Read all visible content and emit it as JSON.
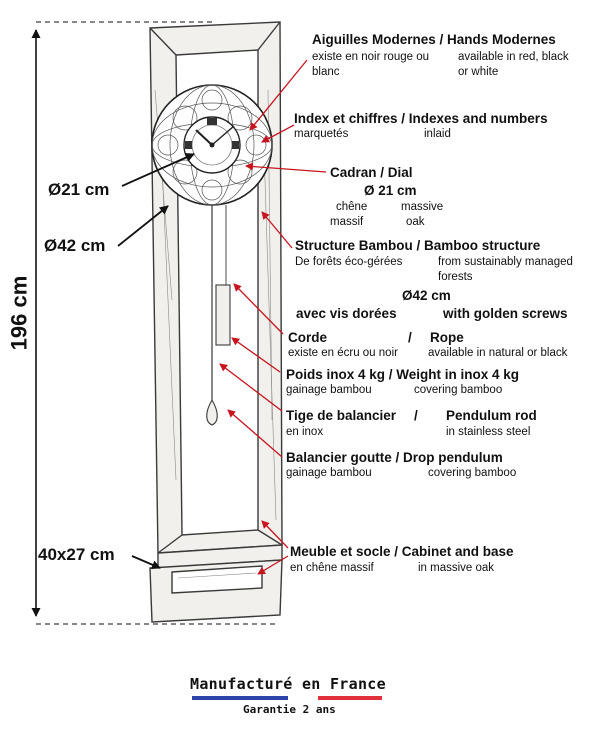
{
  "dimensions": {
    "height": "196 cm",
    "dial_diameter": "Ø21 cm",
    "sphere_diameter": "Ø42 cm",
    "base": "40x27 cm"
  },
  "callouts": {
    "hands": {
      "title": "Aiguilles Modernes  / Hands Modernes",
      "fr": "existe en noir rouge ou",
      "fr2": "blanc",
      "en": "available in red, black",
      "en2": "or white"
    },
    "indexes": {
      "title": "Index et chiffres  / Indexes and numbers",
      "fr": "marquetés",
      "en": "inlaid"
    },
    "dial": {
      "title": "Cadran  / Dial",
      "size": "Ø 21 cm",
      "fr": "chêne",
      "fr2": "massif",
      "en": "massive",
      "en2": "oak"
    },
    "structure": {
      "title": "Structure Bambou  /  Bamboo structure",
      "fr": "De forêts éco-gérées",
      "en": "from sustainably managed",
      "en2": "forests",
      "size": "Ø42 cm",
      "screws_fr": "avec vis dorées",
      "screws_en": "with golden screws"
    },
    "rope": {
      "title_fr": "Corde",
      "sep": "/",
      "title_en": "Rope",
      "fr": "existe en écru ou  noir",
      "en": "available in natural or black"
    },
    "weight": {
      "title": "Poids inox 4 kg   /    Weight in inox 4 kg",
      "fr": "gainage bambou",
      "en": "covering bamboo"
    },
    "rod": {
      "title_fr": "Tige de balancier",
      "sep": "/",
      "title_en": "Pendulum rod",
      "fr": "en inox",
      "en": "in stainless steel"
    },
    "pendulum": {
      "title": "Balancier goutte    /  Drop  pendulum",
      "fr": "gainage bambou",
      "en": "covering bamboo"
    },
    "cabinet": {
      "title": "Meuble  et socle   /  Cabinet and base",
      "fr": "en chêne massif",
      "en": "in massive oak"
    }
  },
  "footer": {
    "title": "Manufacturé en France",
    "subtitle": "Garantie 2 ans",
    "flag_blue": "#2b44a8",
    "flag_red": "#e0303a"
  },
  "colors": {
    "arrow": "#c8141e",
    "drawing": "#3a3a3a"
  }
}
